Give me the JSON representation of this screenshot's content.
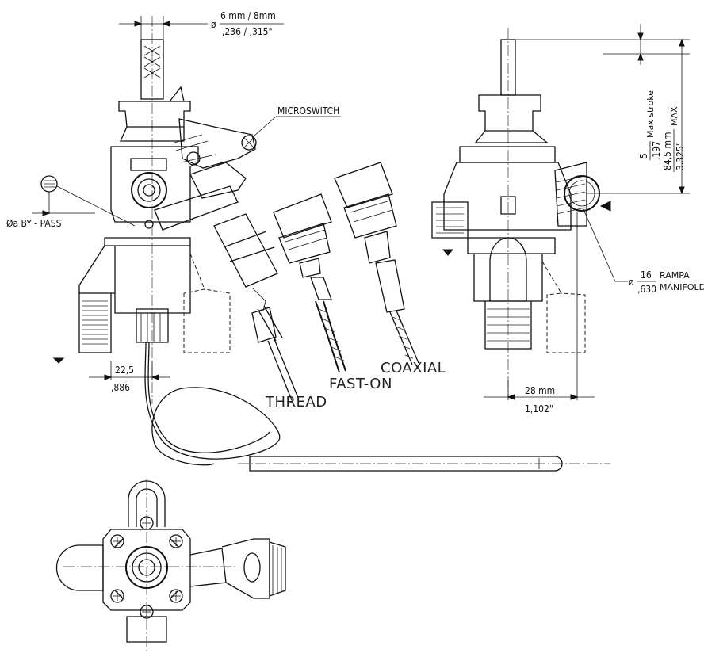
{
  "labels": {
    "shaft_diameter_mm": "6 mm / 8mm",
    "shaft_diameter_in": ",236 / ,315\"",
    "microswitch": "MICROSWITCH",
    "bypass": "Øa  BY - PASS",
    "dim_225": "22,5",
    "dim_886": ",886",
    "thread": "THREAD",
    "fast_on": "FAST-ON",
    "coaxial": "COAXIAL",
    "stroke_num": "5",
    "stroke_den": ",197",
    "stroke_text": "Max stroke",
    "height_mm": "84,5 mm",
    "height_max": "MAX",
    "height_in": "3.325\"",
    "rampa_num": "16",
    "rampa_den": ",630",
    "rampa": "RAMPA",
    "manifold": "MANIFOLD",
    "dim_28": "28 mm",
    "dim_1102": "1,102\"",
    "phi": "ø"
  }
}
